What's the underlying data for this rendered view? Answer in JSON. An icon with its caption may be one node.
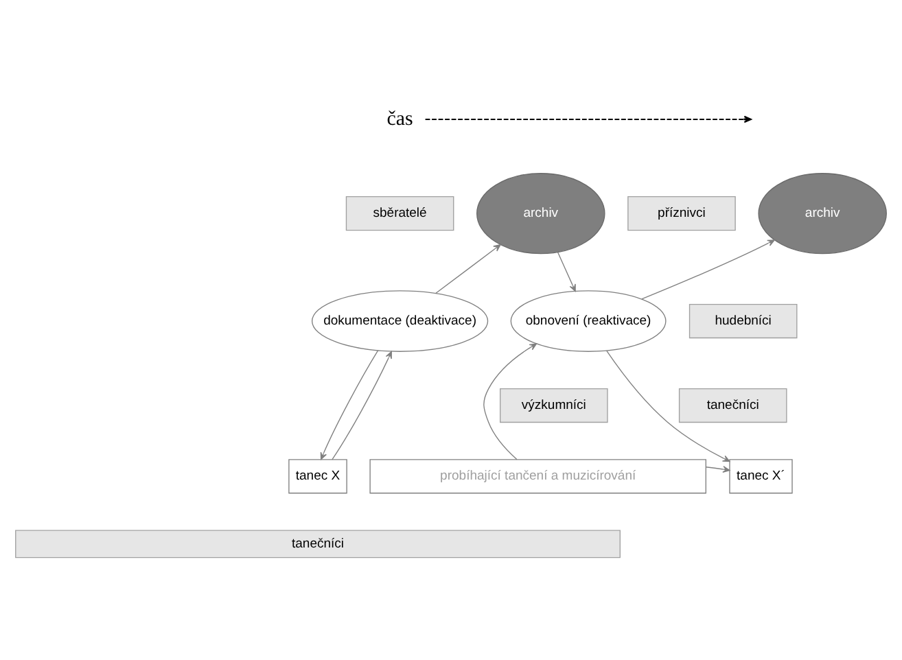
{
  "diagram": {
    "nodes": [
      {
        "text": [
          "sběratelé"
        ]
      },
      {
        "text": [
          "archiv"
        ]
      },
      {
        "text": [
          "příznivci"
        ]
      },
      {
        "text": [
          "archiv"
        ]
      },
      {
        "text": [
          "dokumentace (deaktivace)"
        ]
      },
      {
        "text": [
          "obnovení (reaktivace)"
        ]
      },
      {
        "text": [
          "hudebníci"
        ]
      },
      {
        "text": [
          "tanečníci"
        ]
      },
      {
        "text": [
          "výzkumníci"
        ]
      },
      {
        "text": [
          "tanec X"
        ]
      },
      {
        "text": [
          "probíhající tančení a muzicírování"
        ]
      },
      {
        "text": [
          "tanec X´"
        ]
      },
      {
        "text": [
          "tanečníci"
        ]
      }
    ],
    "edges": [
      {
        "from": 4,
        "to": 1,
        "arrow": "to"
      },
      {
        "from": 1,
        "to": 5,
        "arrow": "to"
      },
      {
        "from": 5,
        "to": 3,
        "arrow": "to"
      },
      {
        "from": 9,
        "to": 4,
        "arrow": "to"
      },
      {
        "from": 4,
        "to": 9,
        "arrow": "to"
      },
      {
        "from": 10,
        "to": 5,
        "arrow": "to"
      },
      {
        "from": 5,
        "to": 11,
        "arrow": "to"
      },
      {
        "from": 10,
        "to": 11,
        "arrow": "to"
      }
    ],
    "labels": [
      "čas"
    ]
  }
}
